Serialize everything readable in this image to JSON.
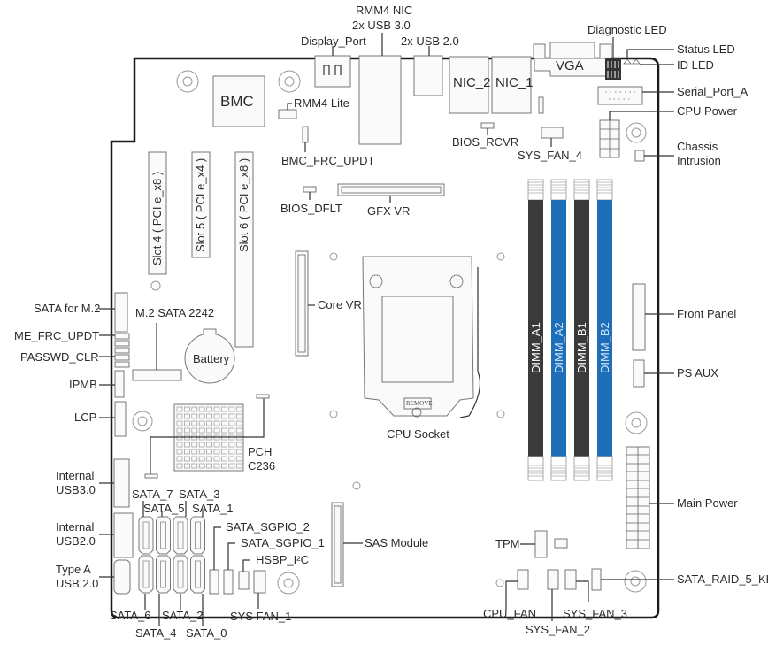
{
  "diagram": {
    "title": "Server board component layout",
    "colors": {
      "board_outline": "#1a1a1a",
      "dimm_black": "#3a3a3a",
      "dimm_blue": "#1f6fb8",
      "dimm_text_black": "#ffffff",
      "dimm_text_blue": "#cfe6fb"
    },
    "top_connectors": {
      "display_port": "Display_Port",
      "rmm4_nic_line1": "RMM4 NIC",
      "rmm4_nic_line2": "2x USB 3.0",
      "usb20": "2x USB 2.0",
      "nic2": "NIC_2",
      "nic1": "NIC_1",
      "vga": "VGA",
      "diagnostic_led": "Diagnostic LED"
    },
    "right_labels": {
      "status_led": "Status LED",
      "id_led": "ID LED",
      "serial_port_a": "Serial_Port_A",
      "cpu_power": "CPU Power",
      "chassis_intrusion_line1": "Chassis",
      "chassis_intrusion_line2": "Intrusion",
      "front_panel": "Front Panel",
      "ps_aux": "PS AUX",
      "main_power": "Main Power",
      "sata_raid_5_key": "SATA_RAID_5_KEY"
    },
    "left_labels": {
      "sata_for_m2": "SATA for M.2",
      "me_frc_updt": "ME_FRC_UPDT",
      "passwd_clr": "PASSWD_CLR",
      "ipmb": "IPMB",
      "lcp": "LCP",
      "internal_usb30_line1": "Internal",
      "internal_usb30_line2": "USB3.0",
      "internal_usb20_line1": "Internal",
      "internal_usb20_line2": "USB2.0",
      "type_a_usb_line1": "Type A",
      "type_a_usb_line2": "USB 2.0"
    },
    "board_components": {
      "bmc": "BMC",
      "rmm4_lite": "RMM4 Lite",
      "bmc_frc_updt": "BMC_FRC_UPDT",
      "bios_dflt": "BIOS_DFLT",
      "gfx_vr": "GFX VR",
      "bios_rcvr": "BIOS_RCVR",
      "sys_fan_4": "SYS_FAN_4",
      "slot4": "Slot 4 ( PCI e_x8 )",
      "slot5": "Slot 5 ( PCI e_x4 )",
      "slot6": "Slot 6 ( PCI e_x8 )",
      "core_vr": "Core VR",
      "cpu_socket": "CPU Socket",
      "remove": "REMOVE",
      "m2_sata": "M.2 SATA 2242",
      "battery": "Battery",
      "pch_line1": "PCH",
      "pch_line2": "C236",
      "sas_module": "SAS Module",
      "tpm": "TPM"
    },
    "dimms": [
      {
        "label": "DIMM_A1",
        "color": "black"
      },
      {
        "label": "DIMM_A2",
        "color": "blue"
      },
      {
        "label": "DIMM_B1",
        "color": "black"
      },
      {
        "label": "DIMM_B2",
        "color": "blue"
      }
    ],
    "sata_ports": {
      "sata_7": "SATA_7",
      "sata_5": "SATA_5",
      "sata_3": "SATA_3",
      "sata_1": "SATA_1",
      "sata_6": "SATA_6",
      "sata_4": "SATA_4",
      "sata_2": "SATA_2",
      "sata_0": "SATA_0",
      "sata_sgpio_2": "SATA_SGPIO_2",
      "sata_sgpio_1": "SATA_SGPIO_1",
      "hsbp_i2c": "HSBP_I²C"
    },
    "fans": {
      "sys_fan_1": "SYS FAN_1",
      "cpu_fan": "CPU_FAN",
      "sys_fan_2": "SYS_FAN_2",
      "sys_fan_3": "SYS_FAN_3"
    }
  }
}
